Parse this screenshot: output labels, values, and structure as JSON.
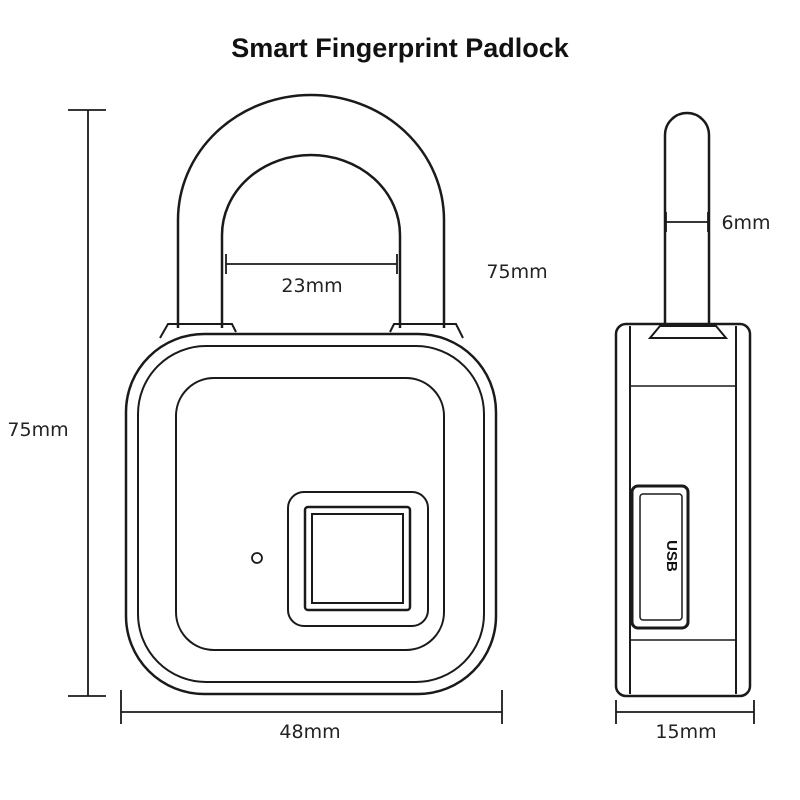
{
  "title": "Smart Fingerprint Padlock",
  "dimensions": {
    "total_height": "75mm",
    "shackle_inner_width": "23mm",
    "shackle_height": "75mm",
    "body_width": "48mm",
    "shackle_thickness": "6mm",
    "body_depth": "15mm"
  },
  "usb_label": "USB",
  "colors": {
    "line": "#1a1a1a",
    "background": "#ffffff"
  },
  "icons": [
    "fingerprint-sensor-icon",
    "indicator-led-icon",
    "usb-port-icon"
  ]
}
